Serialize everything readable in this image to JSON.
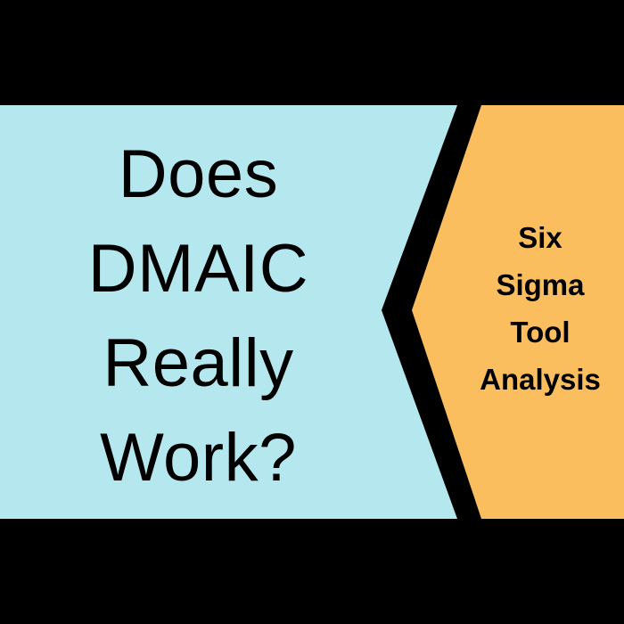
{
  "colors": {
    "background": "#000000",
    "left_panel": "#b5e8ee",
    "right_panel": "#fbbe5e",
    "text": "#000000"
  },
  "left_panel": {
    "name": "left-headline-panel",
    "lines": [
      "Does",
      "DMAIC",
      "Really",
      "Work?"
    ]
  },
  "right_panel": {
    "name": "right-label-panel",
    "lines": [
      "Six",
      "Sigma",
      "Tool",
      "Analysis"
    ]
  }
}
